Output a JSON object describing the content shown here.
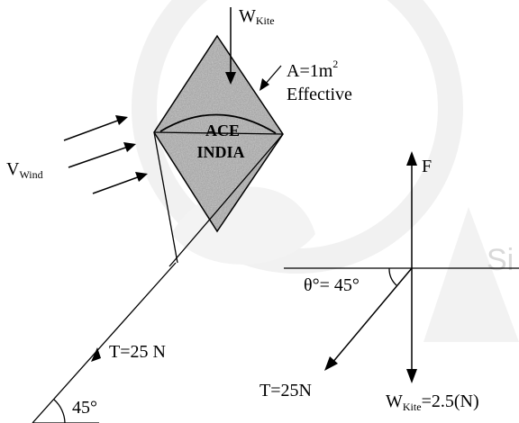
{
  "kite": {
    "weight_label_main": "W",
    "weight_label_sub": "Kite",
    "area_label": "A=1m",
    "area_exponent": "2",
    "effective_label": "Effective",
    "text_line1": "ACE",
    "text_line2": "INDIA"
  },
  "wind": {
    "label_main": "V",
    "label_sub": "Wind"
  },
  "string": {
    "tension_label": "T=25 N",
    "angle_label": "45°"
  },
  "fbd": {
    "force_up_label": "F",
    "theta_label": "θ°= 45°",
    "tension_label": "T=25N",
    "weight_main": "W",
    "weight_sub": "Kite",
    "weight_value": "=2.5(N)"
  },
  "watermark": {
    "fragment": "Si"
  },
  "colors": {
    "ink": "#000000",
    "kite_fill": "#9a9a9a",
    "watermark": "#ececec"
  }
}
